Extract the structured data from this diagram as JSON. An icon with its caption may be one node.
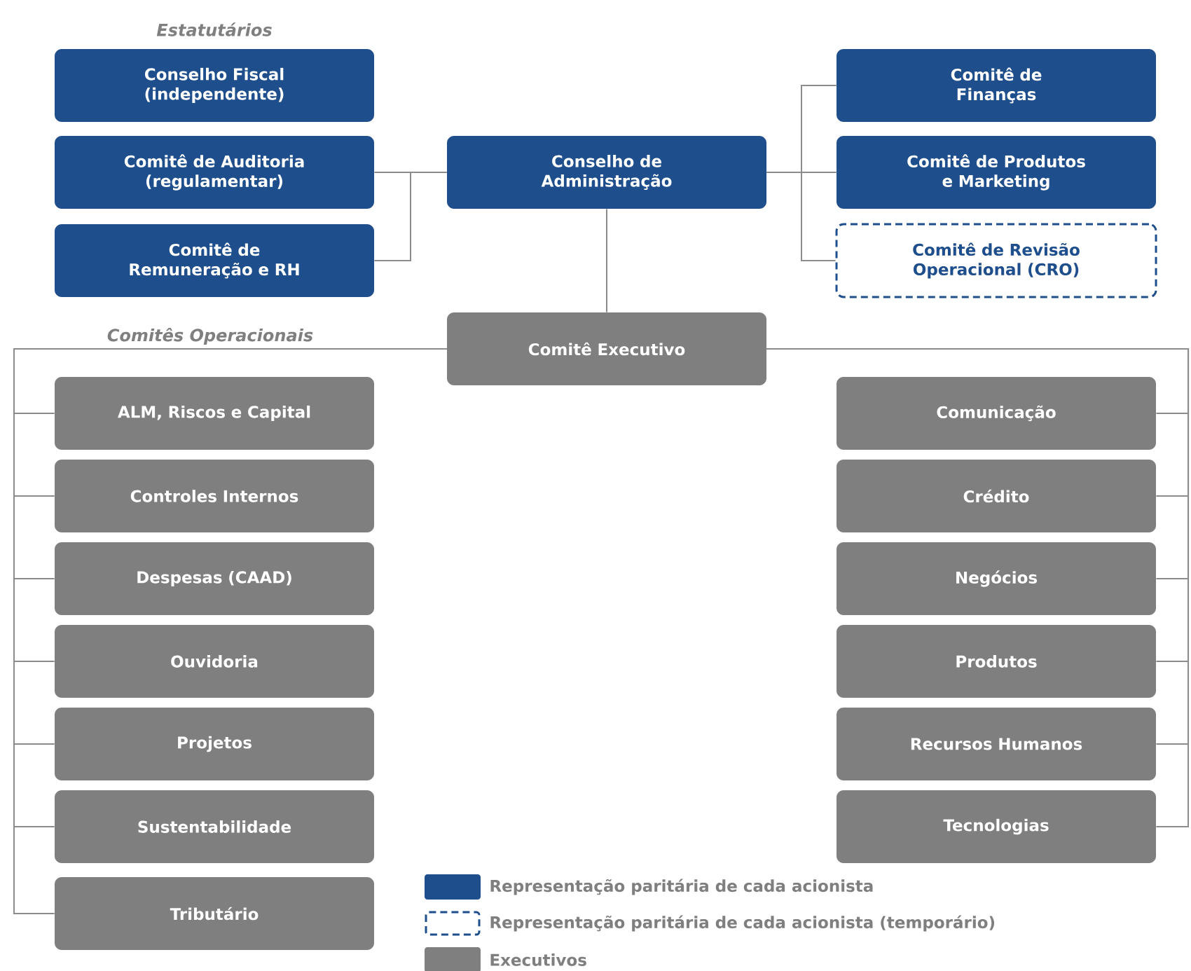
{
  "diagram": {
    "nodes": [
      {
        "text": [
          "Conselho Fiscal (independente)"
        ]
      },
      {
        "text": [
          "Comitê de Auditoria (regulamentar)"
        ]
      },
      {
        "text": [
          "Comitê de Remuneração e RH"
        ]
      },
      {
        "text": [
          "Conselho de Administração"
        ]
      },
      {
        "text": [
          "Comitê de Finanças"
        ]
      },
      {
        "text": [
          "Comitê de Produtos e Marketing"
        ]
      },
      {
        "text": [
          "Comitê de Revisão Operacional (CRO)"
        ]
      },
      {
        "text": [
          "Comitê Executivo"
        ]
      },
      {
        "text": [
          "ALM, Riscos e Capital"
        ]
      },
      {
        "text": [
          "Controles Internos"
        ]
      },
      {
        "text": [
          "Despesas (CAAD)"
        ]
      },
      {
        "text": [
          "Ouvidoria"
        ]
      },
      {
        "text": [
          "Projetos"
        ]
      },
      {
        "text": [
          "Sustentabilidade"
        ]
      },
      {
        "text": [
          "Tributário"
        ]
      },
      {
        "text": [
          "Comunicação"
        ]
      },
      {
        "text": [
          "Crédito"
        ]
      },
      {
        "text": [
          "Negócios"
        ]
      },
      {
        "text": [
          "Produtos"
        ]
      },
      {
        "text": [
          "Recursos Humanos"
        ]
      },
      {
        "text": [
          "Tecnologias"
        ]
      }
    ],
    "edges": [
      {
        "from": 3,
        "to": 1,
        "arrow": "none"
      },
      {
        "from": 3,
        "to": 2,
        "arrow": "none"
      },
      {
        "from": 3,
        "to": 4,
        "arrow": "none"
      },
      {
        "from": 3,
        "to": 5,
        "arrow": "none"
      },
      {
        "from": 3,
        "to": 6,
        "arrow": "none"
      },
      {
        "from": 3,
        "to": 7,
        "arrow": "none"
      },
      {
        "from": 7,
        "to": 8,
        "arrow": "none"
      },
      {
        "from": 7,
        "to": 9,
        "arrow": "none"
      },
      {
        "from": 7,
        "to": 10,
        "arrow": "none"
      },
      {
        "from": 7,
        "to": 11,
        "arrow": "none"
      },
      {
        "from": 7,
        "to": 12,
        "arrow": "none"
      },
      {
        "from": 7,
        "to": 13,
        "arrow": "none"
      },
      {
        "from": 7,
        "to": 14,
        "arrow": "none"
      },
      {
        "from": 7,
        "to": 15,
        "arrow": "none"
      },
      {
        "from": 7,
        "to": 16,
        "arrow": "none"
      },
      {
        "from": 7,
        "to": 17,
        "arrow": "none"
      },
      {
        "from": 7,
        "to": 18,
        "arrow": "none"
      },
      {
        "from": 7,
        "to": 19,
        "arrow": "none"
      },
      {
        "from": 7,
        "to": 20,
        "arrow": "none"
      }
    ],
    "labels": [
      "Estatutários",
      "Comitês Operacionais"
    ],
    "legend": [
      {
        "text": "Representação paritária de cada acionista",
        "color": "#1f4e8c"
      },
      {
        "text": "Representação paritária de cada acionista (temporário)"
      },
      {
        "text": "Executivos",
        "color": "#7f7f7f"
      }
    ]
  }
}
